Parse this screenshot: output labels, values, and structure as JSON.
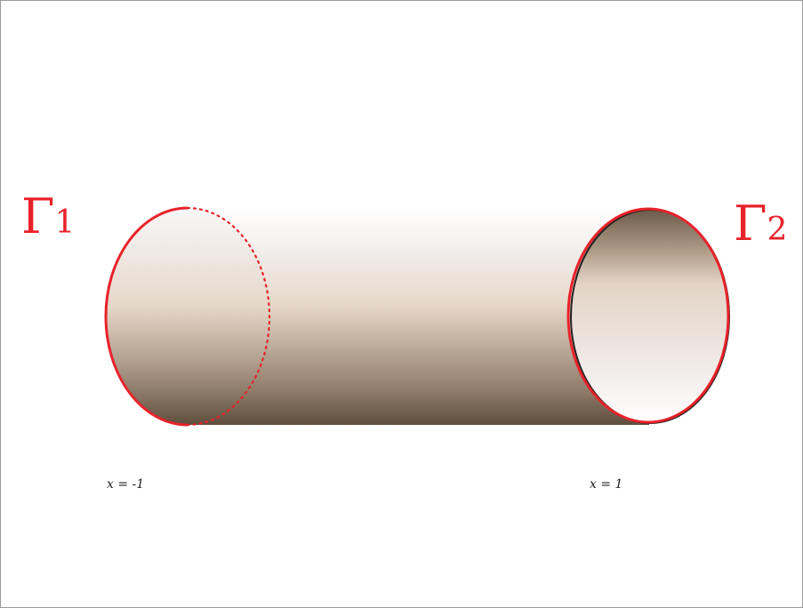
{
  "diagram": {
    "boundary_left": {
      "symbol": "Γ",
      "subscript": "1"
    },
    "boundary_right": {
      "symbol": "Γ",
      "subscript": "2"
    },
    "label_left": "x = -1",
    "label_right": "x = 1"
  },
  "colors": {
    "boundary_red": "#e8222a",
    "tube_dark": "#6b5a48",
    "tube_light": "#e8dcd0"
  }
}
